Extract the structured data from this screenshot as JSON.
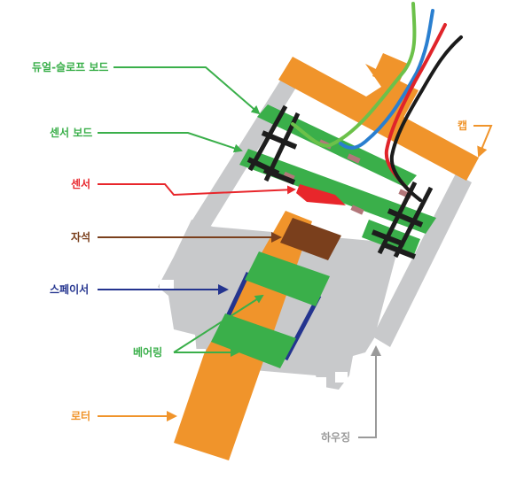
{
  "labels": {
    "dual_slope_board": "듀얼-슬로프 보드",
    "sensor_board": "센서 보드",
    "sensor": "센서",
    "magnet": "자석",
    "spacer": "스페이서",
    "bearing": "베어링",
    "rotor": "로터",
    "housing": "하우징",
    "cap": "캡"
  },
  "colors": {
    "housing": "#c8c9cb",
    "orange": "#f0942b",
    "green": "#3aaf4a",
    "sensor_red": "#e8262b",
    "magnet": "#7a3f1c",
    "spacer_blue": "#24348f",
    "wire_blue": "#2a7fd0",
    "wire_red": "#e0242a",
    "wire_black": "#1b1b1b",
    "wire_green": "#6cc14a",
    "screw": "#1d1d1d",
    "chip": "#b2777a"
  }
}
